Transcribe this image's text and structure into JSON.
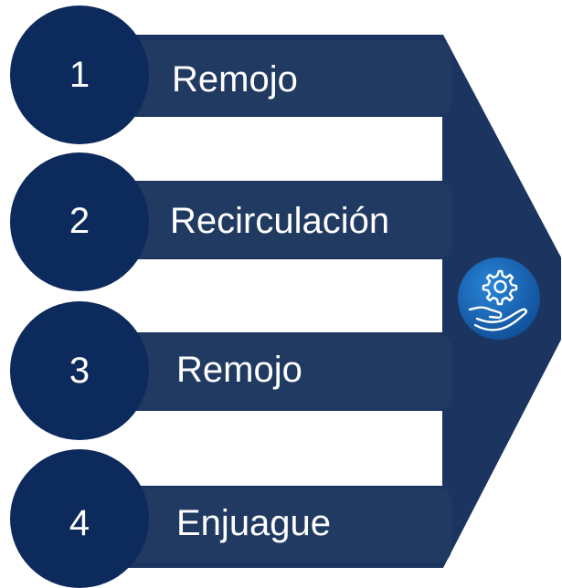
{
  "steps": [
    {
      "number": "1",
      "label": "Remojo"
    },
    {
      "number": "2",
      "label": "Recirculación"
    },
    {
      "number": "3",
      "label": "Remojo"
    },
    {
      "number": "4",
      "label": "Enjuague"
    }
  ],
  "icon": "gear-in-hand-icon",
  "colors": {
    "navy": "#0d2a5c",
    "bar": "#203a62",
    "arrow": "#1c3560",
    "icon_circle": "#1565b8",
    "text": "#ffffff"
  }
}
